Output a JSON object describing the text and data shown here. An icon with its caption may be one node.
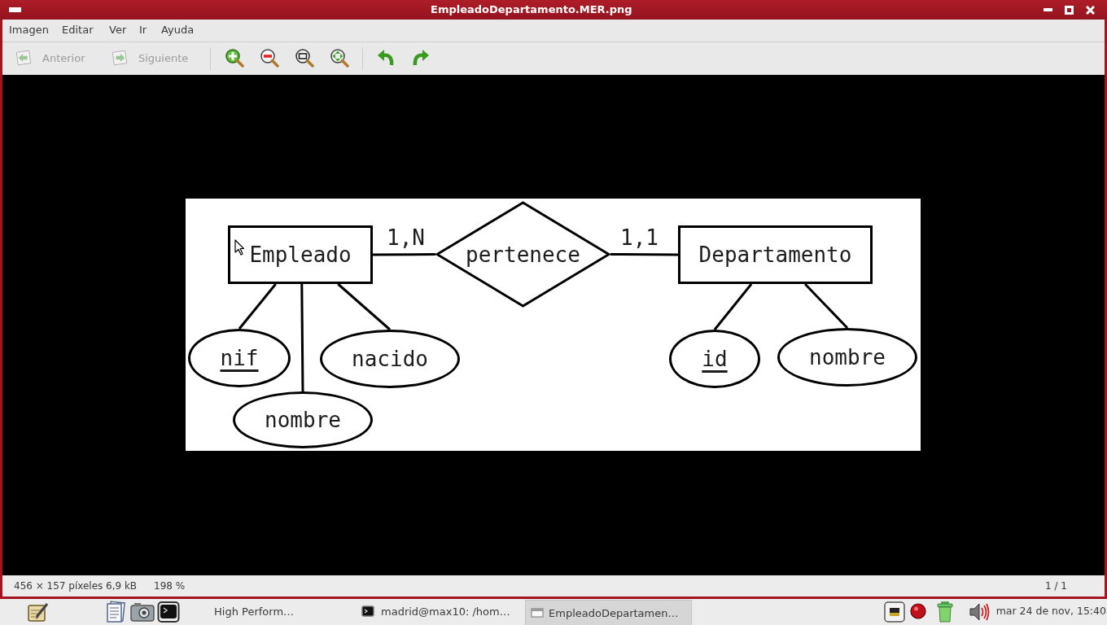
{
  "diagram": {
    "title": "EmpleadoDepartamento.MER.png",
    "nodes": [
      {
        "text": [
          "Empleado"
        ]
      },
      {
        "text": [
          "pertenece"
        ]
      },
      {
        "text": [
          "Departamento"
        ]
      },
      {
        "text": [
          "nif"
        ]
      },
      {
        "text": [
          "nacido"
        ]
      },
      {
        "text": [
          "id"
        ]
      },
      {
        "text": [
          "nombre"
        ]
      },
      {
        "text": [
          "nombre"
        ]
      }
    ],
    "edges": [
      {
        "from": 0,
        "to": 1,
        "arrow": "none",
        "label": "1,N"
      },
      {
        "from": 1,
        "to": 2,
        "arrow": "none",
        "label": "1,1"
      },
      {
        "from": 0,
        "to": 3,
        "arrow": "none"
      },
      {
        "from": 0,
        "to": 7,
        "arrow": "none"
      },
      {
        "from": 0,
        "to": 4,
        "arrow": "none"
      },
      {
        "from": 2,
        "to": 5,
        "arrow": "none"
      },
      {
        "from": 2,
        "to": 6,
        "arrow": "none"
      }
    ],
    "labels": [
      "Imagen",
      "Editar",
      "Ver",
      "Ir",
      "Ayuda",
      "Anterior",
      "Siguiente",
      "456 × 157 píxeles",
      "6,9 kB",
      "198 %",
      "1 / 1",
      "High Perform…",
      "madrid@max10: /hom…",
      "EmpleadoDepartamen…",
      "mar 24 de nov, 15:40"
    ]
  }
}
